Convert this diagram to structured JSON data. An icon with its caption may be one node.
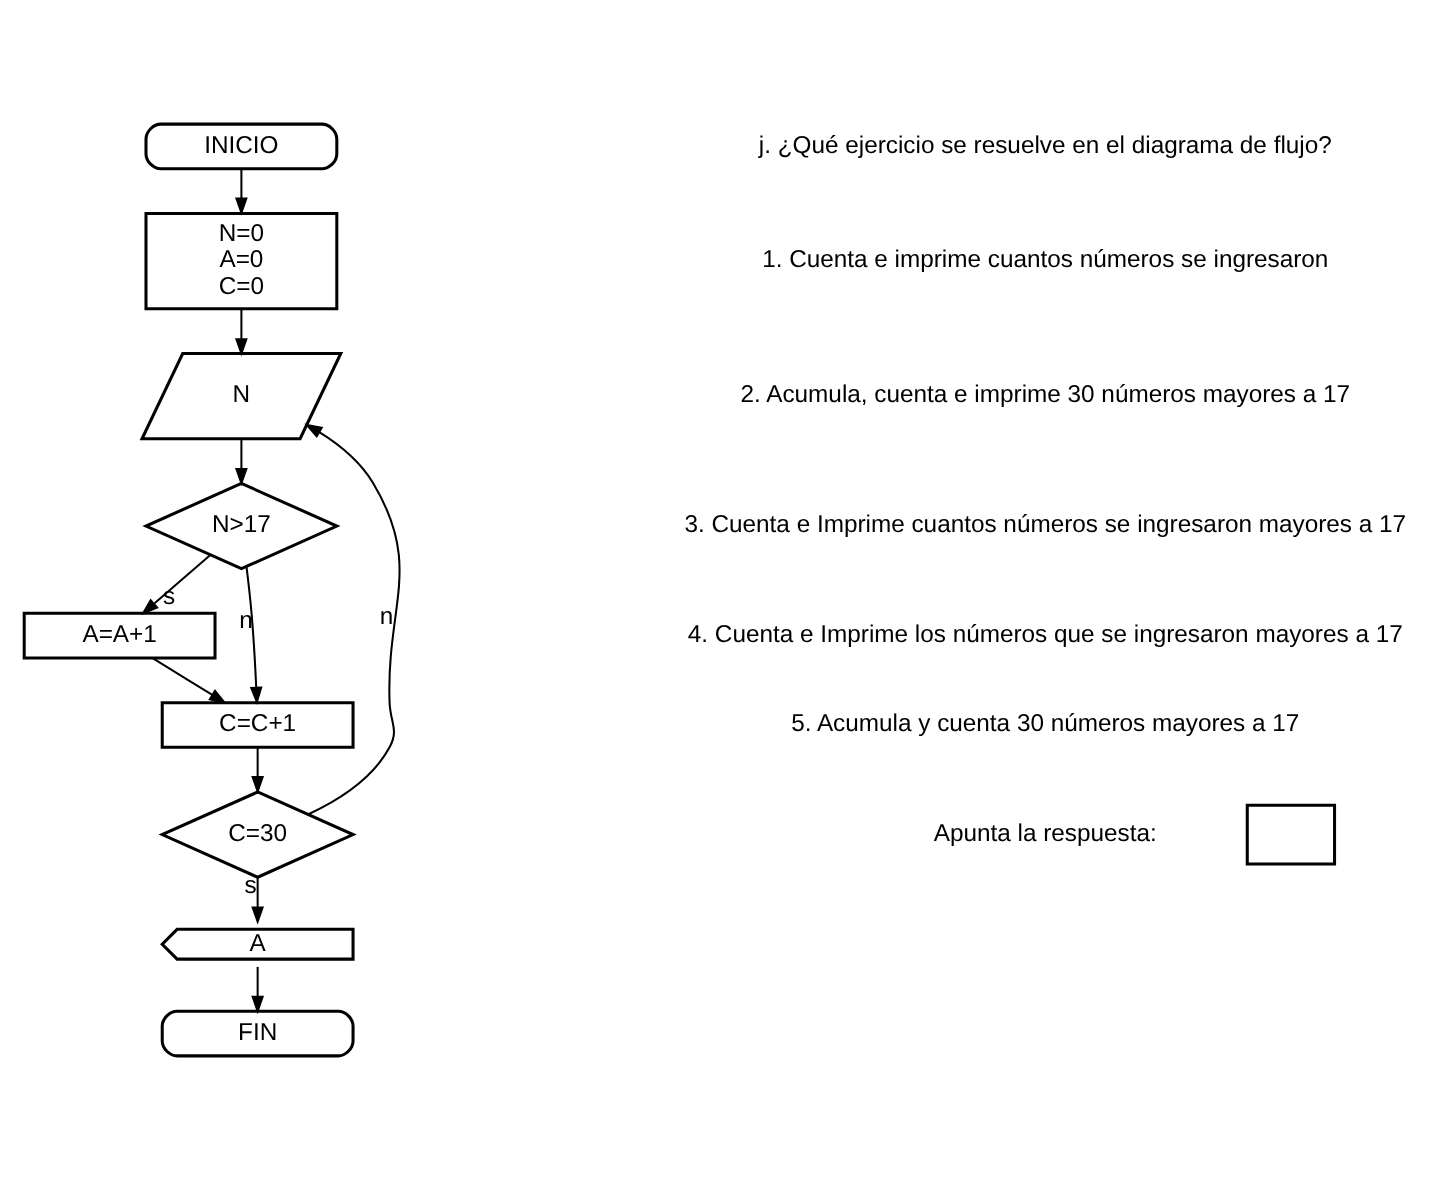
{
  "diagram": {
    "nodes": [
      {
        "text": [
          "INICIO"
        ]
      },
      {
        "text": [
          "N=0",
          "A=0",
          "C=0"
        ]
      },
      {
        "text": [
          "N"
        ]
      },
      {
        "text": [
          "N>17"
        ]
      },
      {
        "text": [
          "A=A+1"
        ]
      },
      {
        "text": [
          "C=C+1"
        ]
      },
      {
        "text": [
          "C=30"
        ]
      },
      {
        "text": [
          "A"
        ]
      },
      {
        "text": [
          "FIN"
        ]
      },
      {
        "text": [],
        "shape": "box",
        "beside": [
          "Apunta la respuesta:"
        ]
      }
    ],
    "edges": [
      {
        "from": 0,
        "to": 1,
        "arrow": "to"
      },
      {
        "from": 1,
        "to": 2,
        "arrow": "to"
      },
      {
        "from": 2,
        "to": 3,
        "arrow": "to"
      },
      {
        "from": 3,
        "to": 4,
        "arrow": "to",
        "label": "s"
      },
      {
        "from": 3,
        "to": 5,
        "arrow": "to",
        "label": "n"
      },
      {
        "from": 4,
        "to": 5,
        "arrow": "to"
      },
      {
        "from": 5,
        "to": 6,
        "arrow": "to"
      },
      {
        "from": 6,
        "to": 2,
        "arrow": "to",
        "label": "n"
      },
      {
        "from": 6,
        "to": 7,
        "arrow": "to",
        "label": "s"
      },
      {
        "from": 7,
        "to": 8,
        "arrow": "to"
      }
    ],
    "labels": [
      "j. ¿Qué ejercicio se resuelve en el diagrama de flujo?",
      "1. Cuenta e imprime cuantos números se ingresaron",
      "2. Acumula, cuenta e imprime 30 números mayores a 17",
      "3. Cuenta e Imprime cuantos números se ingresaron mayores a 17",
      "4. Cuenta e Imprime los números que se ingresaron mayores a 17",
      "5. Acumula y cuenta 30 números mayores a 17"
    ]
  }
}
